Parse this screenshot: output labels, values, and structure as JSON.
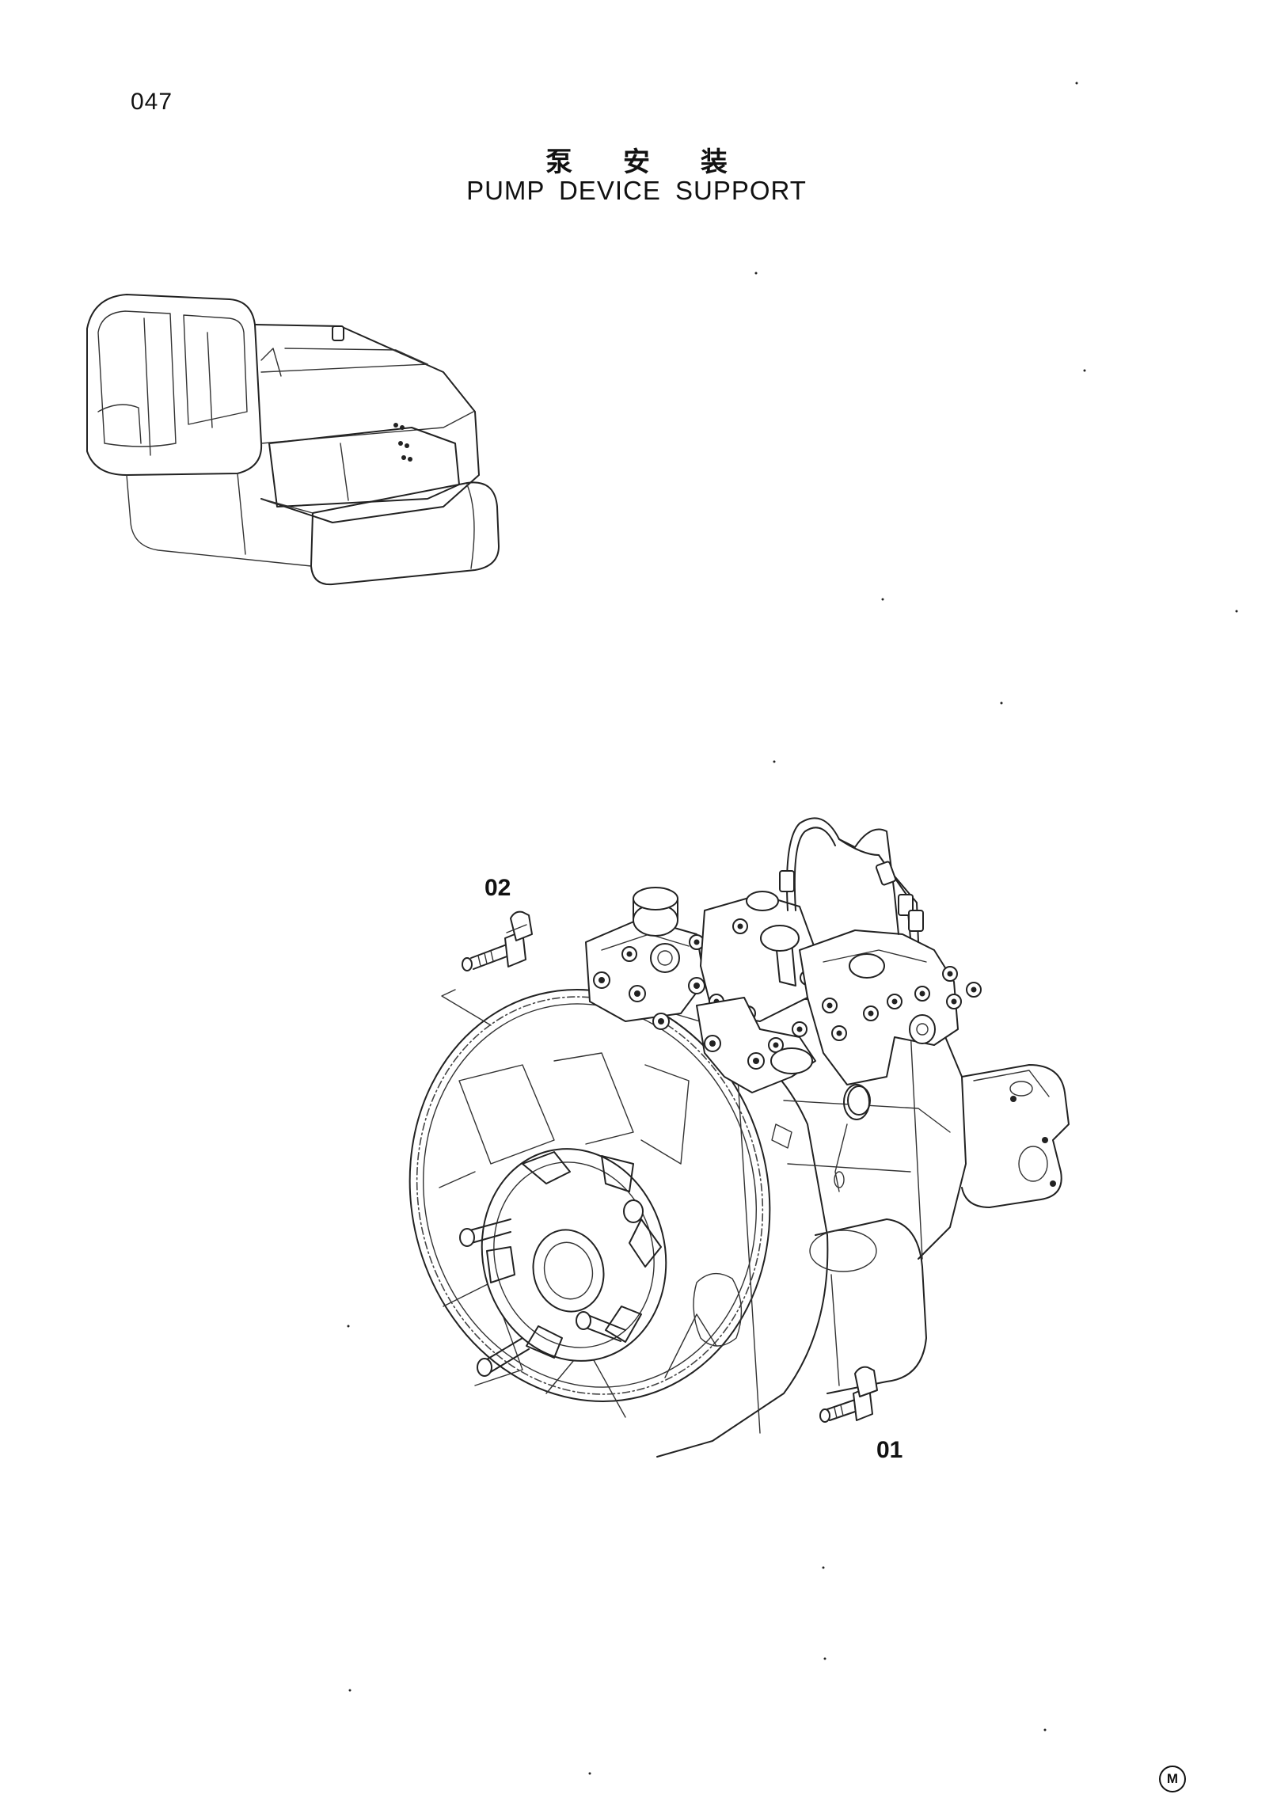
{
  "page": {
    "number": "047",
    "title_cn": "泵 安 装",
    "title_en": "PUMP DEVICE SUPPORT"
  },
  "illustrations": {
    "overview_icon": "excavator-overview-icon",
    "main_icon": "pump-assembly-icon"
  },
  "callouts": [
    {
      "label": "02",
      "icon": "flange-bolt-icon"
    },
    {
      "label": "01",
      "icon": "flange-bolt-icon"
    }
  ],
  "corner_mark": "M"
}
